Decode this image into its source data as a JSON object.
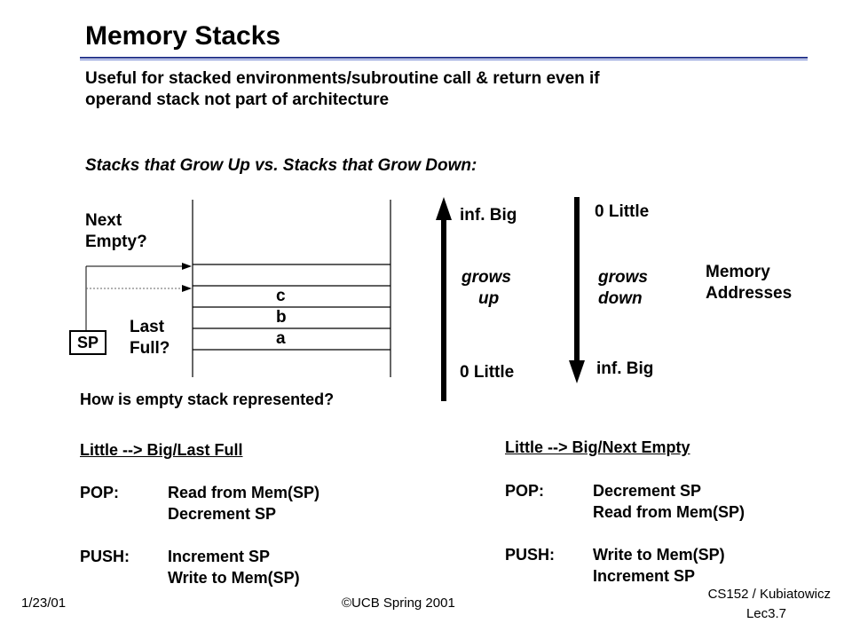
{
  "slide": {
    "title": "Memory Stacks",
    "intro_line1": "Useful for stacked environments/subroutine call & return even if",
    "intro_line2": "operand stack not part of architecture",
    "subheading": "Stacks that Grow Up vs. Stacks that Grow Down:"
  },
  "diagram": {
    "next_empty_line1": "Next",
    "next_empty_line2": "Empty?",
    "last_full_line1": "Last",
    "last_full_line2": "Full?",
    "sp_label": "SP",
    "stack_items": [
      "c",
      "b",
      "a"
    ],
    "up_top": "inf.  Big",
    "up_mid_line1": "grows",
    "up_mid_line2": "up",
    "up_bottom": "0  Little",
    "down_top": "0  Little",
    "down_mid_line1": "grows",
    "down_mid_line2": "down",
    "down_bottom": "inf.  Big",
    "mem_line1": "Memory",
    "mem_line2": "Addresses"
  },
  "question": "How is empty stack represented?",
  "left_col": {
    "heading": "Little --> Big/Last Full",
    "pop_label": "POP:",
    "pop_line1": "Read from Mem(SP)",
    "pop_line2": "Decrement SP",
    "push_label": "PUSH:",
    "push_line1": "Increment SP",
    "push_line2": "Write to Mem(SP)"
  },
  "right_col": {
    "heading": "Little --> Big/Next Empty",
    "pop_label": "POP:",
    "pop_line1": "Decrement SP",
    "pop_line2": "Read from Mem(SP)",
    "push_label": "PUSH:",
    "push_line1": "Write to Mem(SP)",
    "push_line2": "Increment SP"
  },
  "footer": {
    "date": "1/23/01",
    "copyright": "©UCB Spring 2001",
    "course_line1": "CS152 / Kubiatowicz",
    "course_line2": "Lec3.7"
  },
  "colors": {
    "rule": "#2b3a8f",
    "text": "#000000",
    "background": "#ffffff"
  }
}
